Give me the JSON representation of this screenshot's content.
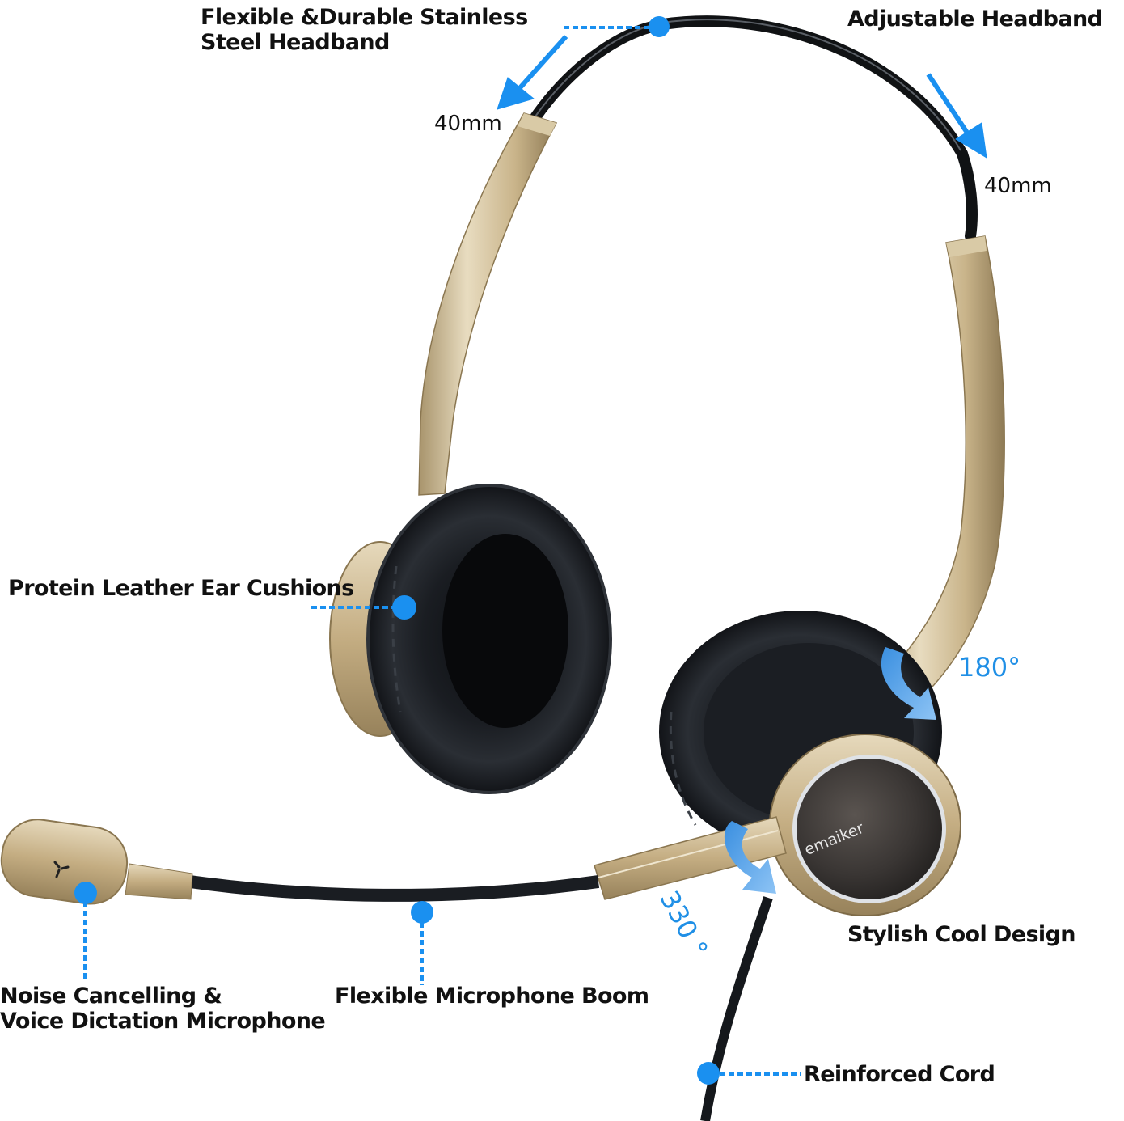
{
  "infographic": {
    "product": "headset",
    "brand_logo": "emaiker",
    "accent_color": "#1a90f0",
    "gold_color": "#c8b48c",
    "leather_color": "#15181c",
    "callouts": {
      "headband_material": "Flexible &Durable Stainless",
      "headband_material_line2": "Steel Headband",
      "adjustable_headband": "Adjustable Headband",
      "ear_cushions": "Protein Leather Ear Cushions",
      "design": "Stylish Cool Design",
      "microphone_line1": "Noise Cancelling &",
      "microphone_line2": "Voice Dictation Microphone",
      "boom": "Flexible Microphone Boom",
      "cord": "Reinforced Cord"
    },
    "dimensions": {
      "left_extension": "40mm",
      "right_extension": "40mm"
    },
    "rotations": {
      "earcup": "180°",
      "boom": "330 °"
    }
  }
}
